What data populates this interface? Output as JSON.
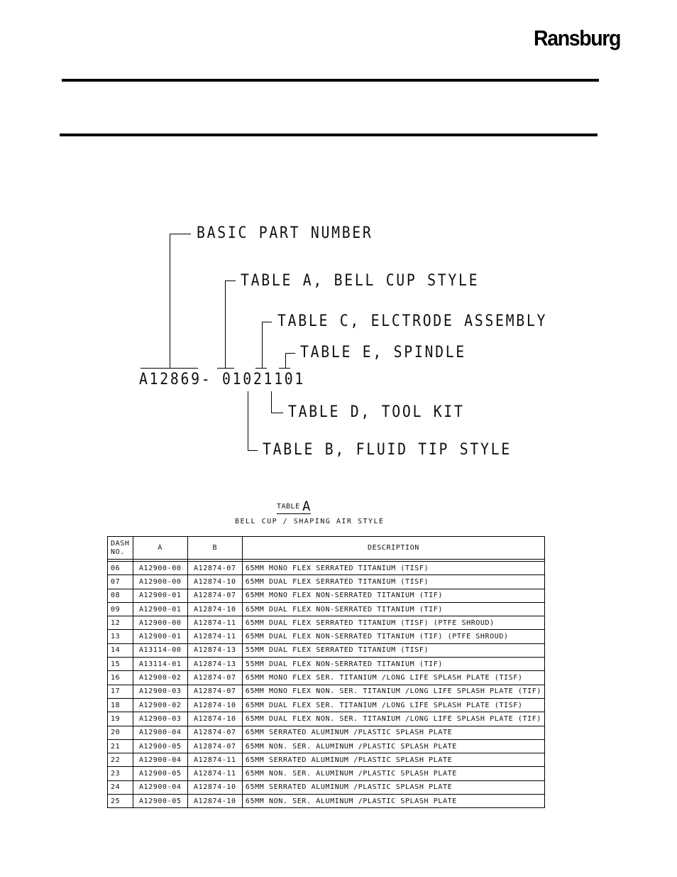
{
  "header": {
    "brand": "Ransburg"
  },
  "diagram": {
    "part_number": "A12869- 01021101",
    "labels": {
      "basic": "BASIC PART NUMBER",
      "table_a": "TABLE A, BELL CUP STYLE",
      "table_c": "TABLE C, ELCTRODE ASSEMBLY",
      "table_e": "TABLE E, SPINDLE",
      "table_d": "TABLE D, TOOL KIT",
      "table_b": "TABLE B, FLUID TIP STYLE"
    }
  },
  "table_a": {
    "caption_word": "TABLE",
    "caption_letter": "A",
    "subtitle": "BELL CUP / SHAPING AIR STYLE",
    "headers": {
      "dash": "DASH NO.",
      "a": "A",
      "b": "B",
      "description": "DESCRIPTION"
    },
    "rows": [
      [
        "06",
        "A12900-00",
        "A12874-07",
        "65MM MONO FLEX SERRATED TITANIUM (TISF)"
      ],
      [
        "07",
        "A12900-00",
        "A12874-10",
        "65MM DUAL FLEX SERRATED TITANIUM (TISF)"
      ],
      [
        "08",
        "A12900-01",
        "A12874-07",
        "65MM MONO FLEX NON-SERRATED TITANIUM (TIF)"
      ],
      [
        "09",
        "A12900-01",
        "A12874-10",
        "65MM DUAL FLEX NON-SERRATED TITANIUM (TIF)"
      ],
      [
        "12",
        "A12900-00",
        "A12874-11",
        "65MM DUAL FLEX SERRATED TITANIUM (TISF) (PTFE SHROUD)"
      ],
      [
        "13",
        "A12900-01",
        "A12874-11",
        "65MM DUAL FLEX NON-SERRATED TITANIUM (TIF) (PTFE SHROUD)"
      ],
      [
        "14",
        "A13114-00",
        "A12874-13",
        "55MM DUAL FLEX SERRATED TITANIUM (TISF)"
      ],
      [
        "15",
        "A13114-01",
        "A12874-13",
        "55MM DUAL FLEX NON-SERRATED TITANIUM (TIF)"
      ],
      [
        "16",
        "A12900-02",
        "A12874-07",
        "65MM MONO FLEX SER. TITANIUM /LONG LIFE SPLASH PLATE (TISF)"
      ],
      [
        "17",
        "A12900-03",
        "A12874-07",
        "65MM MONO FLEX NON. SER. TITANIUM /LONG LIFE SPLASH PLATE (TIF)"
      ],
      [
        "18",
        "A12900-02",
        "A12874-10",
        "65MM DUAL FLEX SER. TITANIUM /LONG LIFE SPLASH PLATE (TISF)"
      ],
      [
        "19",
        "A12900-03",
        "A12874-10",
        "65MM DUAL FLEX NON. SER. TITANIUM /LONG LIFE SPLASH PLATE (TIF)"
      ],
      [
        "20",
        "A12900-04",
        "A12874-07",
        "65MM SERRATED ALUMINUM /PLASTIC SPLASH PLATE"
      ],
      [
        "21",
        "A12900-05",
        "A12874-07",
        "65MM NON. SER. ALUMINUM /PLASTIC SPLASH PLATE"
      ],
      [
        "22",
        "A12900-04",
        "A12874-11",
        "65MM SERRATED ALUMINUM /PLASTIC SPLASH PLATE"
      ],
      [
        "23",
        "A12900-05",
        "A12874-11",
        "65MM NON. SER. ALUMINUM /PLASTIC SPLASH PLATE"
      ],
      [
        "24",
        "A12900-04",
        "A12874-10",
        "65MM SERRATED ALUMINUM /PLASTIC SPLASH PLATE"
      ],
      [
        "25",
        "A12900-05",
        "A12874-10",
        "65MM NON. SER. ALUMINUM /PLASTIC SPLASH PLATE"
      ]
    ]
  }
}
